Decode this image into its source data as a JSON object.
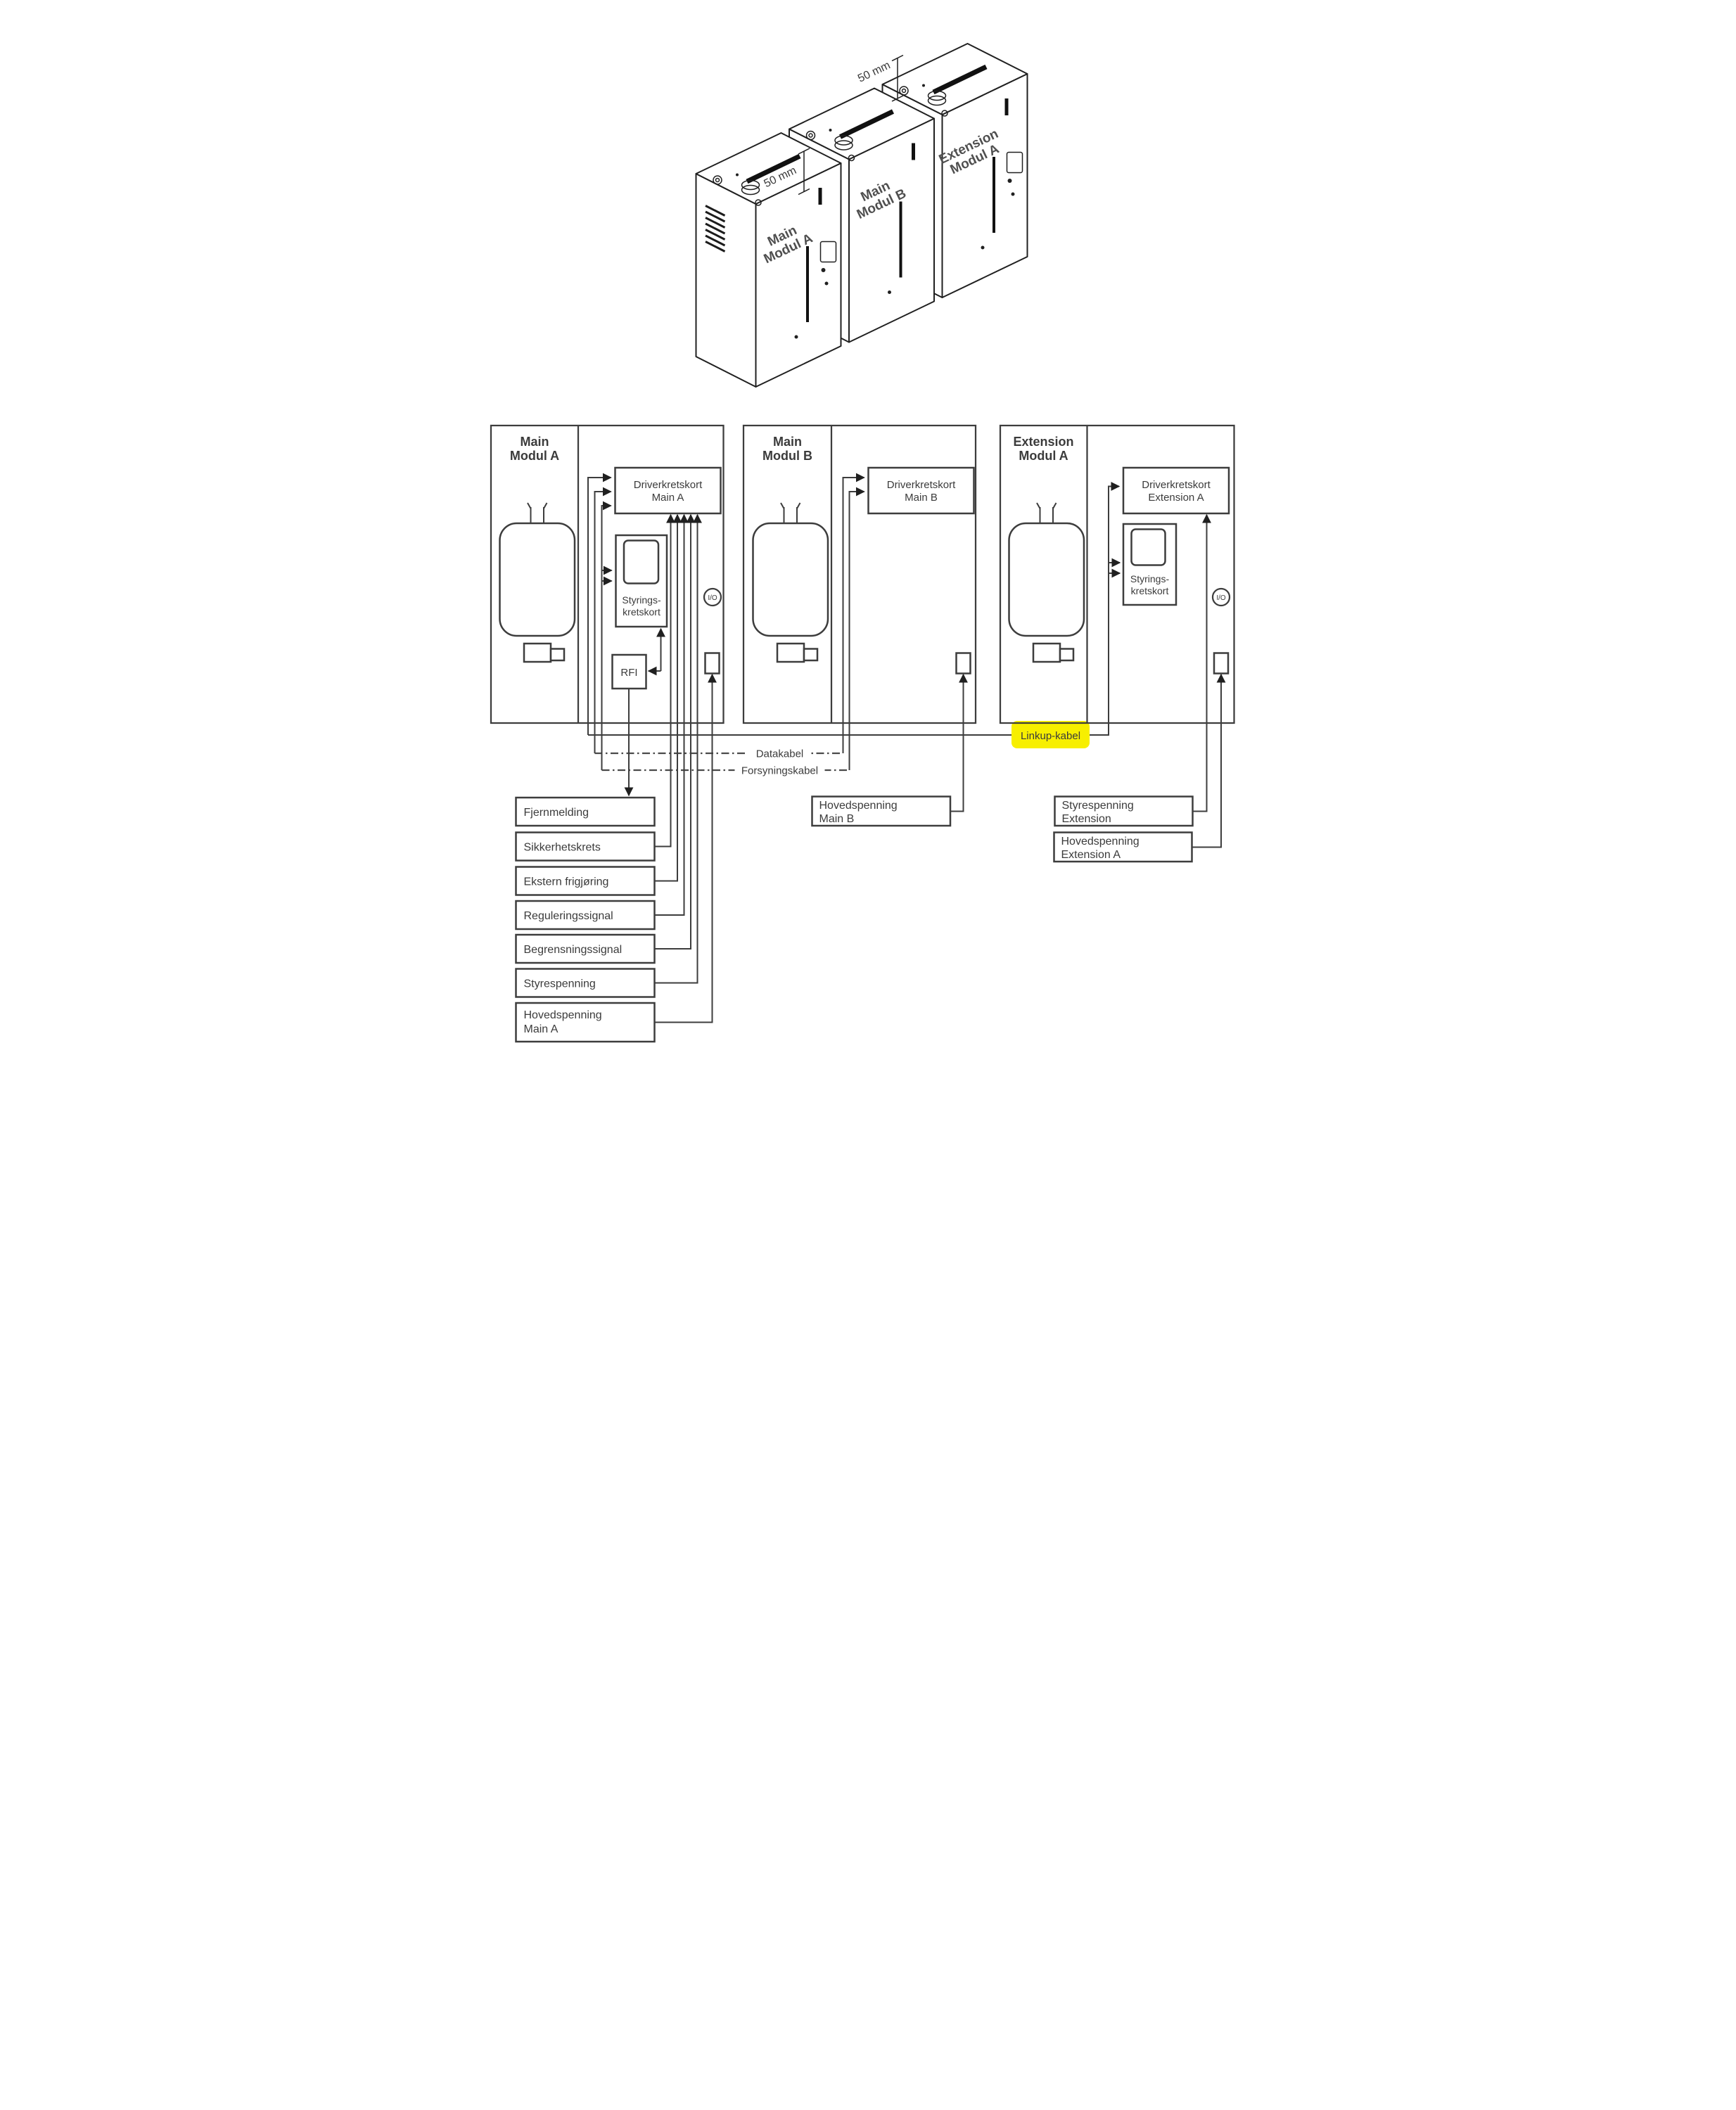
{
  "iso": {
    "dim_label_1": "50 mm",
    "dim_label_2": "50 mm",
    "box1": {
      "l1": "Main",
      "l2": "Modul A"
    },
    "box2": {
      "l1": "Main",
      "l2": "Modul B"
    },
    "box3": {
      "l1": "Extension",
      "l2": "Modul A"
    }
  },
  "schematic": {
    "module1": {
      "l1": "Main",
      "l2": "Modul A",
      "driver_l1": "Driverkretskort",
      "driver_l2": "Main A",
      "ctrl_l1": "Styrings-",
      "ctrl_l2": "kretskort",
      "rfi": "RFI",
      "io": "I/O"
    },
    "module2": {
      "l1": "Main",
      "l2": "Modul B",
      "driver_l1": "Driverkretskort",
      "driver_l2": "Main B"
    },
    "module3": {
      "l1": "Extension",
      "l2": "Modul A",
      "driver_l1": "Driverkretskort",
      "driver_l2": "Extension A",
      "ctrl_l1": "Styrings-",
      "ctrl_l2": "kretskort",
      "io": "I/O"
    },
    "cables": {
      "linkup": "Linkup-kabel",
      "data": "Datakabel",
      "supply": "Forsyningskabel",
      "highlight": "#f7ef00"
    },
    "signals": {
      "fjernmelding": "Fjernmelding",
      "sikkerhetskrets": "Sikkerhetskrets",
      "ekstern_frigjoring": "Ekstern frigjøring",
      "reguleringssignal": "Reguleringssignal",
      "begrensningssignal": "Begrensningssignal",
      "styrespenning": "Styrespenning",
      "hovedspenning_main_a_l1": "Hovedspenning",
      "hovedspenning_main_a_l2": "Main A",
      "hovedspenning_main_b_l1": "Hovedspenning",
      "hovedspenning_main_b_l2": "Main B",
      "styrespenning_ext_l1": "Styrespenning",
      "styrespenning_ext_l2": "Extension",
      "hovedspenning_ext_l1": "Hovedspenning",
      "hovedspenning_ext_l2": "Extension A"
    }
  }
}
